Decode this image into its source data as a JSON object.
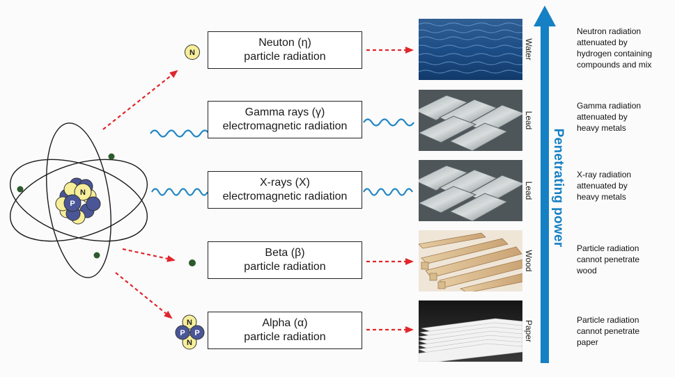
{
  "radiation_types": [
    {
      "line1": "Neuton (η)",
      "line2": "particle radiation",
      "material": "Water",
      "note": [
        "Neutron radiation",
        "attenuated by",
        "hydrogen containing",
        "compounds and mix"
      ]
    },
    {
      "line1": "Gamma rays (γ)",
      "line2": "electromagnetic radiation",
      "material": "Lead",
      "note": [
        "Gamma radiation",
        "attenuated by",
        "heavy metals"
      ]
    },
    {
      "line1": "X-rays (X)",
      "line2": "electromagnetic radiation",
      "material": "Lead",
      "note": [
        "X-ray radiation",
        "attenuated by",
        "heavy metals"
      ]
    },
    {
      "line1": "Beta (β)",
      "line2": "particle radiation",
      "material": "Wood",
      "note": [
        "Particle radiation",
        "cannot penetrate",
        "wood"
      ]
    },
    {
      "line1": "Alpha (α)",
      "line2": "particle radiation",
      "material": "Paper",
      "note": [
        "Particle radiation",
        "cannot penetrate",
        "paper"
      ]
    }
  ],
  "axis_label": "Penetrating power",
  "particle_letters": {
    "neutron": "N",
    "proton": "P"
  },
  "colors": {
    "arrow_red": "#e0262b",
    "wave_blue": "#1f86c4",
    "power_arrow_blue": "#1580c4",
    "neutron_yellow": "#f6ee9a",
    "proton_navy": "#4a5697",
    "electron_green": "#2c5a2c"
  }
}
